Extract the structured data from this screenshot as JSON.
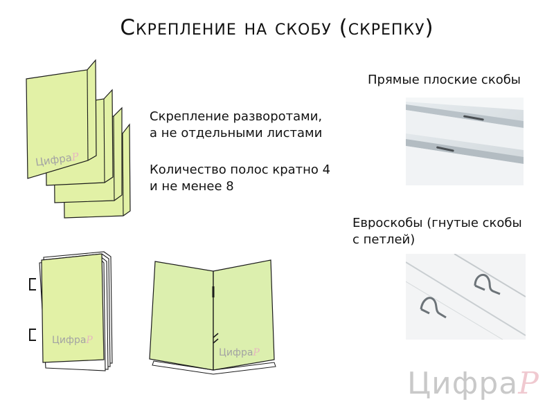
{
  "title": "Скрепление на скобу (скрепку)",
  "text": {
    "spreads_line1": "Скрепление разворотами,",
    "spreads_line2": "а не отдельными листами",
    "pages_line1": "Количество полос кратно 4",
    "pages_line2": "и не менее 8"
  },
  "straight_staples": {
    "label": "Прямые плоские скобы"
  },
  "euro_staples": {
    "label_line1": "Евроскобы (гнутые скобы",
    "label_line2": "с петлей)"
  },
  "sheet_logo": "Цифра",
  "sheet_logo_mark": "P",
  "brand": {
    "name": "Цифра",
    "mark": "P"
  },
  "colors": {
    "sheet": "#e2f1a6",
    "sheet_open": "#dcefae",
    "outline": "#1a1a1a",
    "logo": "#a3a3a3",
    "logo_mark": "#e6b7c0",
    "brand": "#c9c9c9",
    "brand_mark": "#f0c9d0"
  }
}
